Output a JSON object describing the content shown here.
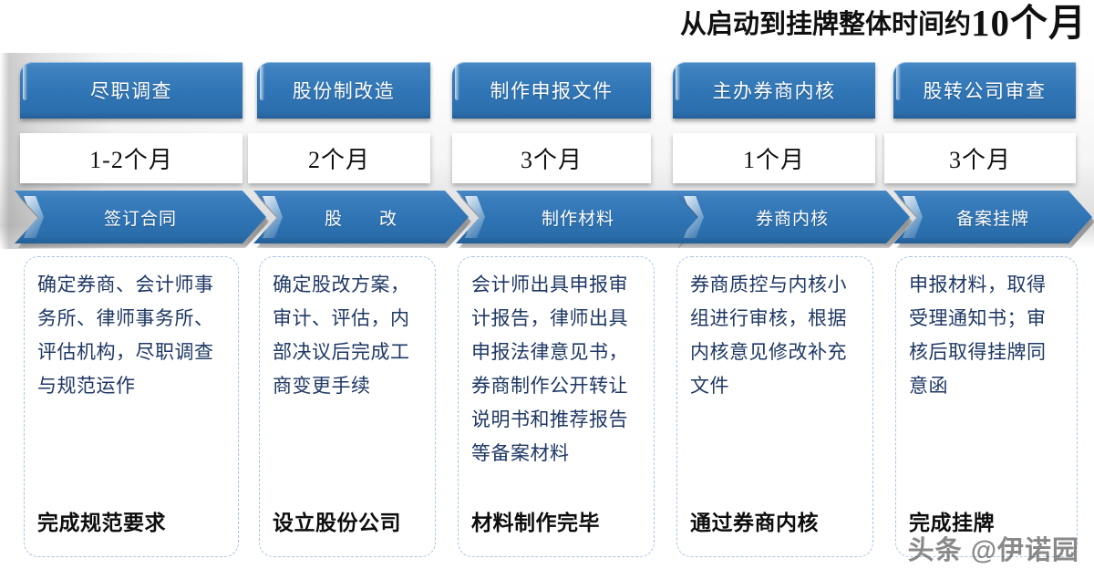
{
  "title": {
    "lead": "从启动到挂牌整体时间约",
    "emphasis": "10个月"
  },
  "theme": {
    "blue": "#2f74b4",
    "body_text_blue": "#1f3864",
    "dashed_border": "#a8c4e6"
  },
  "stages": [
    {
      "header": "尽职调查",
      "duration": "1-2个月",
      "chevron": "签订合同",
      "body": "确定券商、会计师事务所、律师事务所、评估机构，尽职调查与规范运作",
      "outcome": "完成规范要求"
    },
    {
      "header": "股份制改造",
      "duration": "2个月",
      "chevron": "股　　改",
      "body": "确定股改方案，审计、评估，内部决议后完成工商变更手续",
      "outcome": "设立股份公司"
    },
    {
      "header": "制作申报文件",
      "duration": "3个月",
      "chevron": "制作材料",
      "body": "会计师出具申报审计报告，律师出具申报法律意见书，券商制作公开转让说明书和推荐报告等备案材料",
      "outcome": "材料制作完毕"
    },
    {
      "header": "主办券商内核",
      "duration": "1个月",
      "chevron": "券商内核",
      "body": "券商质控与内核小组进行审核，根据内核意见修改补充文件",
      "outcome": "通过券商内核"
    },
    {
      "header": "股转公司审查",
      "duration": "3个月",
      "chevron": "备案挂牌",
      "body": "申报材料，取得受理通知书；审核后取得挂牌同意函",
      "outcome": "完成挂牌"
    }
  ],
  "watermark": "头条 @伊诺园"
}
